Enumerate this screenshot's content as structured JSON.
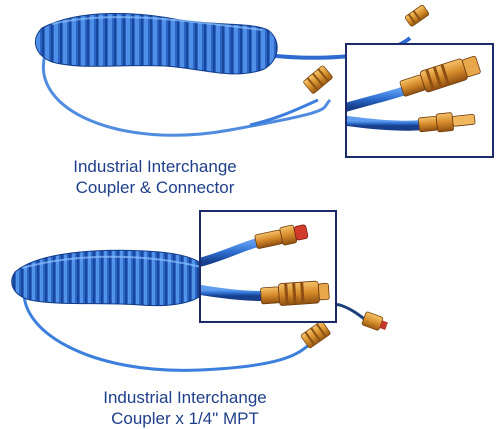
{
  "products": [
    {
      "caption_line1": "Industrial Interchange",
      "caption_line2": "Coupler & Connector"
    },
    {
      "caption_line1": "Industrial Interchange",
      "caption_line2": "Coupler x 1/4\" MPT"
    }
  ],
  "colors": {
    "hose": "#2f6fd0",
    "hose_dark": "#1c4ea8",
    "brass": "#d9932e",
    "caption": "#1f3f8a",
    "inset_border": "#1c2a6a"
  }
}
